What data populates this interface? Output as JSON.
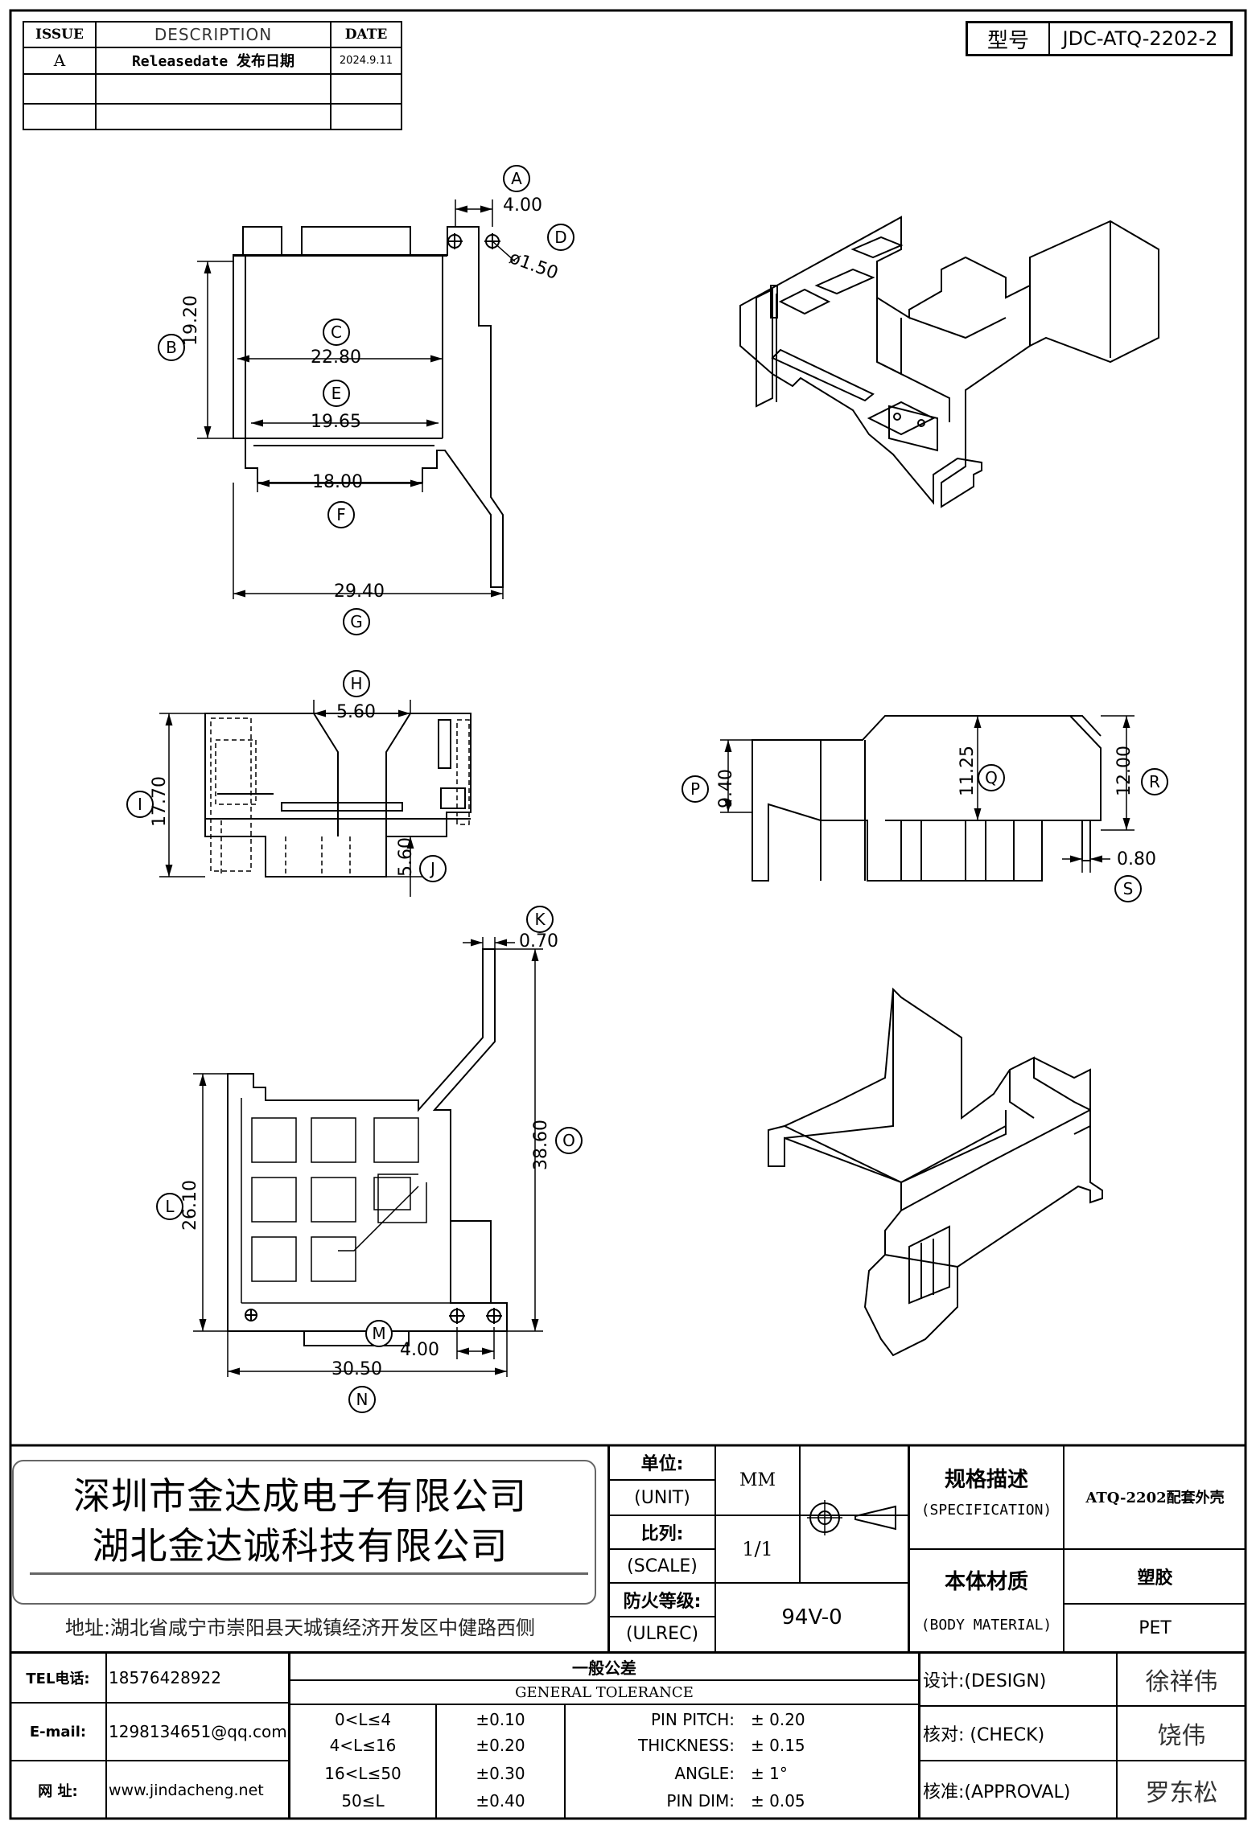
{
  "revision_table": {
    "headers": [
      "ISSUE",
      "DESCRIPTION",
      "DATE"
    ],
    "rows": [
      [
        "A",
        "Releasedate 发布日期",
        "2024.9.11"
      ]
    ]
  },
  "model": {
    "label": "型号",
    "value": "JDC-ATQ-2202-2"
  },
  "dimensions": {
    "A": "4.00",
    "B": "19.20",
    "C": "22.80",
    "D": "ø1.50",
    "E": "19.65",
    "F": "18.00",
    "G": "29.40",
    "H": "5.60",
    "I": "17.70",
    "J": "5.60",
    "K": "0.70",
    "L": "26.10",
    "M": "4.00",
    "N": "30.50",
    "O": "38.60",
    "P": "9.40",
    "Q": "11.25",
    "R": "12.00",
    "S": "0.80"
  },
  "title_block": {
    "company_1": "深圳市金达成电子有限公司",
    "company_2": "湖北金达诚科技有限公司",
    "address": "地址:湖北省咸宁市崇阳县天城镇经济开发区中健路西侧",
    "unit_cn": "单位:",
    "unit_en": "(UNIT)",
    "unit_value": "MM",
    "scale_cn": "比列:",
    "scale_en": "(SCALE)",
    "scale_value": "1/1",
    "ulrec_cn": "防火等级:",
    "ulrec_en": "(ULREC)",
    "ulrec_value": "94V-0",
    "spec_cn": "规格描述",
    "spec_en": "(SPECIFICATION)",
    "spec_value": "ATQ-2202配套外壳",
    "material_cn": "本体材质",
    "material_en": "(BODY MATERIAL)",
    "material_value_cn": "塑胶",
    "material_value_en": "PET",
    "tel_label": "TEL电话:",
    "tel_value": "18576428922",
    "email_label": "E-mail:",
    "email_value": "1298134651@qq.com",
    "web_label": "网  址:",
    "web_value": "www.jindacheng.net",
    "tolerance_cn": "一般公差",
    "tolerance_en": "GENERAL TOLERANCE",
    "tolerance_rows": [
      [
        "0<L≤4",
        "±0.10",
        "PIN PITCH:",
        "± 0.20"
      ],
      [
        "4<L≤16",
        "±0.20",
        "THICKNESS:",
        "± 0.15"
      ],
      [
        "16<L≤50",
        "±0.30",
        "ANGLE:",
        "± 1°"
      ],
      [
        "50≤L",
        "±0.40",
        "PIN DIM:",
        "± 0.05"
      ]
    ],
    "design_label": "设计:(DESIGN)",
    "design_name": "徐祥伟",
    "check_label": "核对: (CHECK)",
    "check_name": "饶伟",
    "approval_label": "核准:(APPROVAL)",
    "approval_name": "罗东松"
  }
}
